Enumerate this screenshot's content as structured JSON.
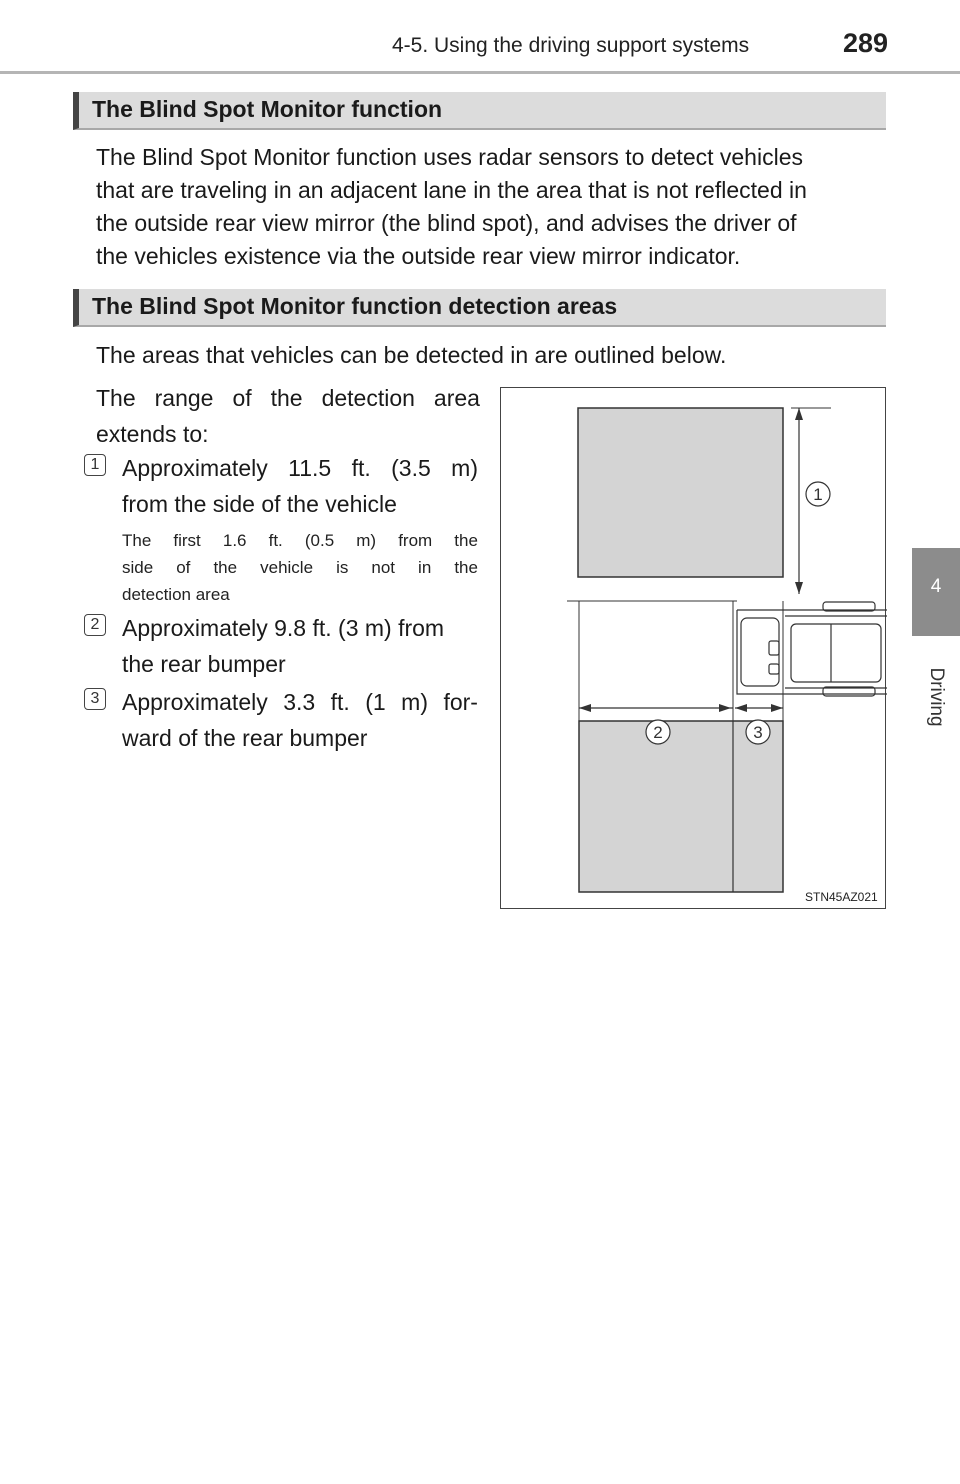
{
  "header": {
    "title": "4-5. Using the driving support systems",
    "page_number": "289"
  },
  "side_tab": {
    "number": "4",
    "label": "Driving"
  },
  "section1": {
    "heading": "The Blind Spot Monitor function",
    "lines": [
      "The Blind Spot Monitor function uses radar sensors to detect vehicles",
      "that are traveling in an adjacent lane in the area that is not reflected in",
      "the outside rear view mirror (the blind spot), and advises the driver of",
      "the vehicles existence via the outside rear view mirror indicator."
    ]
  },
  "section2": {
    "heading": "The Blind Spot Monitor function detection areas",
    "intro": "The areas that vehicles can be detected in are outlined below.",
    "range_line1": [
      "The",
      "range",
      "of",
      "the",
      "detection",
      "area"
    ],
    "range_line2": "extends to:",
    "items": [
      {
        "marker": "1",
        "line1": [
          "Approximately",
          "11.5",
          "ft.",
          "(3.5",
          "m)"
        ],
        "line2": "from the side of the vehicle",
        "note_line1": [
          "The",
          "first",
          "1.6",
          "ft.",
          "(0.5",
          "m)",
          "from",
          "the"
        ],
        "note_line2": [
          "side",
          "of",
          "the",
          "vehicle",
          "is",
          "not",
          "in",
          "the"
        ],
        "note_line3": "detection area"
      },
      {
        "marker": "2",
        "line1": "Approximately 9.8 ft. (3 m) from",
        "line2": "the rear bumper"
      },
      {
        "marker": "3",
        "line1": [
          "Approximately",
          "3.3",
          "ft.",
          "(1",
          "m)",
          "for-"
        ],
        "line2": "ward of the rear bumper"
      }
    ]
  },
  "figure": {
    "code": "STN45AZ021",
    "callouts": [
      "1",
      "2",
      "3"
    ],
    "area_fill": "#d4d4d4"
  }
}
